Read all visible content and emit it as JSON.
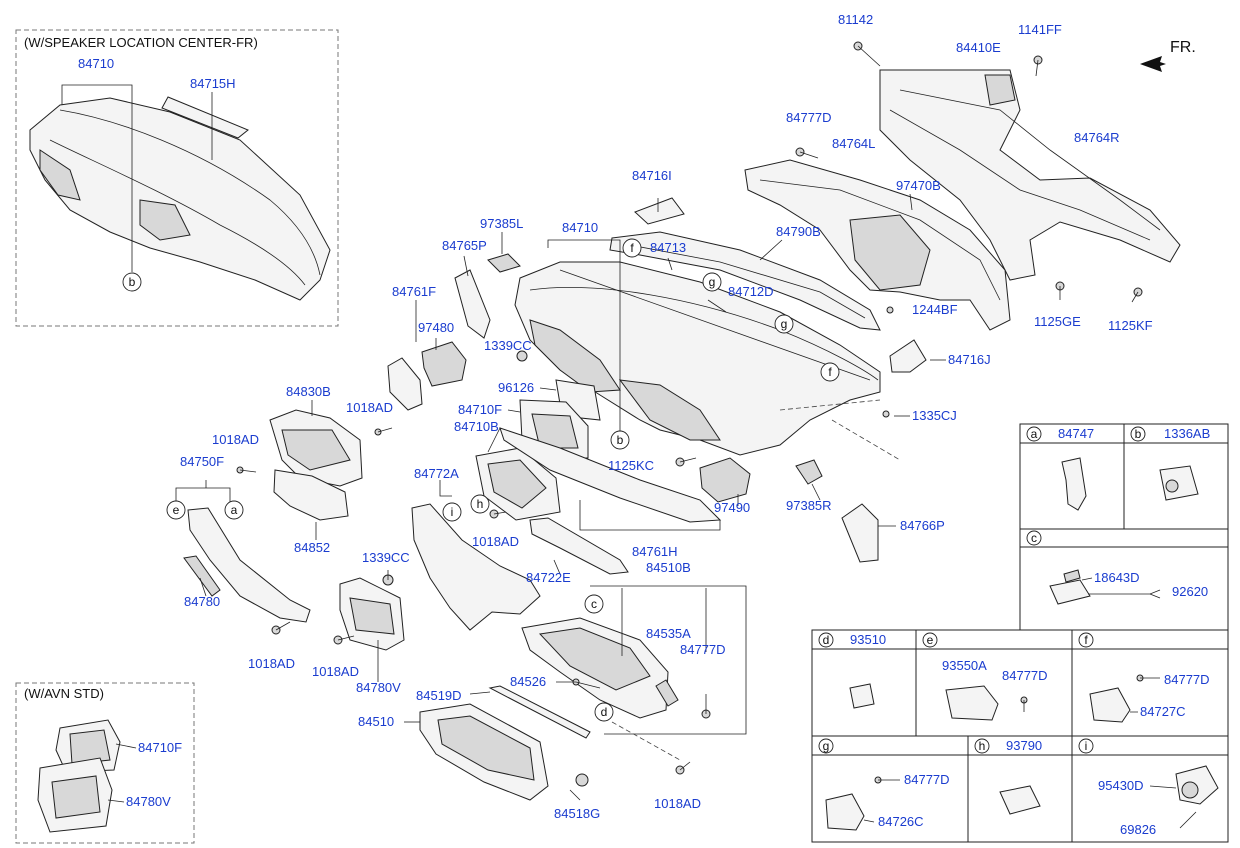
{
  "groups": {
    "speaker_center": "(W/SPEAKER LOCATION CENTER-FR)",
    "avn_std": "(W/AVN STD)",
    "direction": "FR."
  },
  "labels": {
    "p84710_sp": "84710",
    "p84715H": "84715H",
    "p81142": "81142",
    "p84410E": "84410E",
    "p1141FF": "1141FF",
    "p84777D_top": "84777D",
    "p84764L": "84764L",
    "p84764R": "84764R",
    "p84716I": "84716I",
    "p97470B": "97470B",
    "p97385L": "97385L",
    "p84710_main": "84710",
    "p84713": "84713",
    "p84790B": "84790B",
    "p84765P": "84765P",
    "p84712D": "84712D",
    "p84761F": "84761F",
    "p1244BF": "1244BF",
    "p1125GE": "1125GE",
    "p1125KF": "1125KF",
    "p97480": "97480",
    "p1339CC_a": "1339CC",
    "p84716J": "84716J",
    "p84830B": "84830B",
    "p96126": "96126",
    "p1018AD_a": "1018AD",
    "p84710F": "84710F",
    "p84710B": "84710B",
    "p1335CJ": "1335CJ",
    "p1018AD_b": "1018AD",
    "p84750F": "84750F",
    "p1125KC": "1125KC",
    "p84772A": "84772A",
    "p97490": "97490",
    "p97385R": "97385R",
    "p84852": "84852",
    "p1018AD_c": "1018AD",
    "p84766P": "84766P",
    "p1339CC_b": "1339CC",
    "p84722E": "84722E",
    "p84761H": "84761H",
    "p84510B": "84510B",
    "p84780": "84780",
    "p84535A": "84535A",
    "p84777D_mid": "84777D",
    "p1018AD_d": "1018AD",
    "p1018AD_e": "1018AD",
    "p84780V": "84780V",
    "p84526": "84526",
    "p84519D": "84519D",
    "p84510": "84510",
    "p84710F_avn": "84710F",
    "p84780V_avn": "84780V",
    "p84518G": "84518G",
    "p1018AD_f": "1018AD"
  },
  "legend": {
    "a": {
      "letter": "a",
      "part": "84747"
    },
    "b": {
      "letter": "b",
      "part": "1336AB"
    },
    "c": {
      "letter": "c",
      "part_a": "18643D",
      "part_b": "92620"
    },
    "d": {
      "letter": "d",
      "part": "93510"
    },
    "e": {
      "letter": "e",
      "part_a": "93550A",
      "part_b": "84777D"
    },
    "f": {
      "letter": "f",
      "part_a": "84777D",
      "part_b": "84727C"
    },
    "g": {
      "letter": "g",
      "part_a": "84777D",
      "part_b": "84726C"
    },
    "h": {
      "letter": "h",
      "part": "93790"
    },
    "i": {
      "letter": "i",
      "part_a": "95430D",
      "part_b": "69826"
    }
  },
  "callouts": {
    "b1": "b",
    "b2": "b",
    "f1": "f",
    "f2": "f",
    "g1": "g",
    "g2": "g",
    "e1": "e",
    "a1": "a",
    "h1": "h",
    "i1": "i",
    "c1": "c",
    "d1": "d"
  }
}
